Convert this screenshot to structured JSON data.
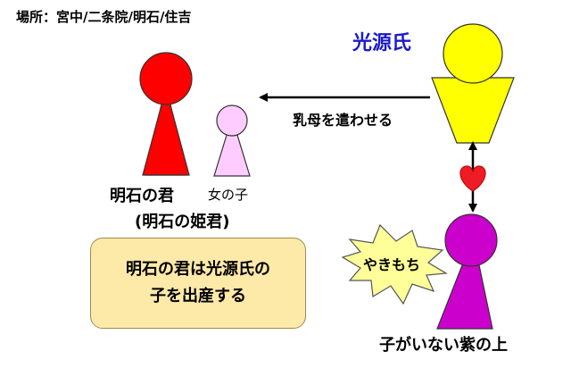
{
  "location": "場所：宮中/二条院/明石/住吉",
  "genji": {
    "name": "光源氏"
  },
  "arrow_label": "乳母を遣わせる",
  "akashi": {
    "name": "明石の君"
  },
  "girl": {
    "name": "女の子",
    "formal_name": "(明石の姫君)"
  },
  "murasaki": {
    "name": "子がいない紫の上",
    "emotion": "やきもち"
  },
  "note": {
    "line1": "明石の君は光源氏の",
    "line2": "子を出産する"
  },
  "colors": {
    "genji": "#ffff00",
    "akashi": "#ff0000",
    "girl": "#ffccff",
    "murasaki": "#cc00cc",
    "heart": "#ee1c25",
    "note_bg": "#fde9a8",
    "genji_text": "#1a1acc"
  }
}
